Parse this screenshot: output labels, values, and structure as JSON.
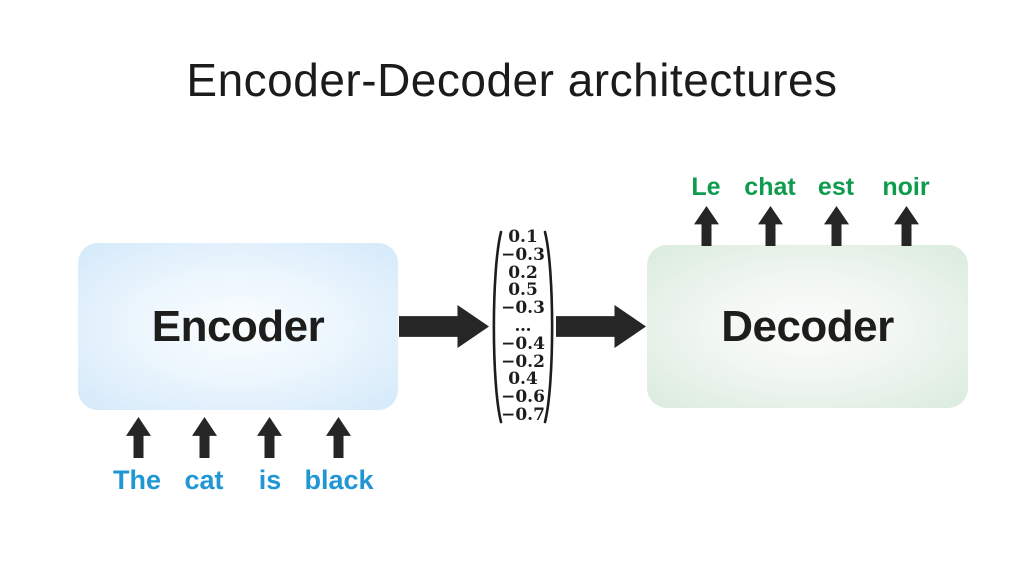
{
  "title": "Encoder-Decoder architectures",
  "encoder": {
    "label": "Encoder",
    "inputs": [
      "The",
      "cat",
      "is",
      "black"
    ]
  },
  "decoder": {
    "label": "Decoder",
    "outputs": [
      "Le",
      "chat",
      "est",
      "noir"
    ]
  },
  "vector": {
    "values": [
      "0.1",
      "−0.3",
      "0.2",
      "0.5",
      "−0.3",
      "…",
      "−0.4",
      "−0.2",
      "0.4",
      "−0.6",
      "−0.7"
    ]
  },
  "colors": {
    "input_text": "#2097d4",
    "output_text": "#0e9b4d",
    "arrow": "#262626",
    "encoder_fill": "#d6eafa",
    "decoder_fill": "#dcecdf",
    "paren_stroke": "#1d1d1b"
  }
}
